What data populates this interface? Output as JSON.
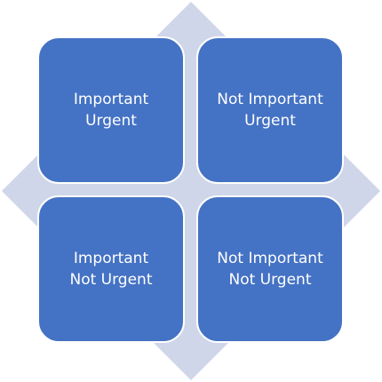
{
  "colors": {
    "quadrant_fill": "#4472C4",
    "quadrant_border": "#FFFFFF",
    "diamond_fill": "#D0D6E9",
    "text": "#FFFFFF"
  },
  "quadrants": [
    {
      "line1": "Important",
      "line2": "Urgent"
    },
    {
      "line1": "Not Important",
      "line2": "Urgent"
    },
    {
      "line1": "Important",
      "line2": "Not Urgent"
    },
    {
      "line1": "Not Important",
      "line2": "Not Urgent"
    }
  ]
}
